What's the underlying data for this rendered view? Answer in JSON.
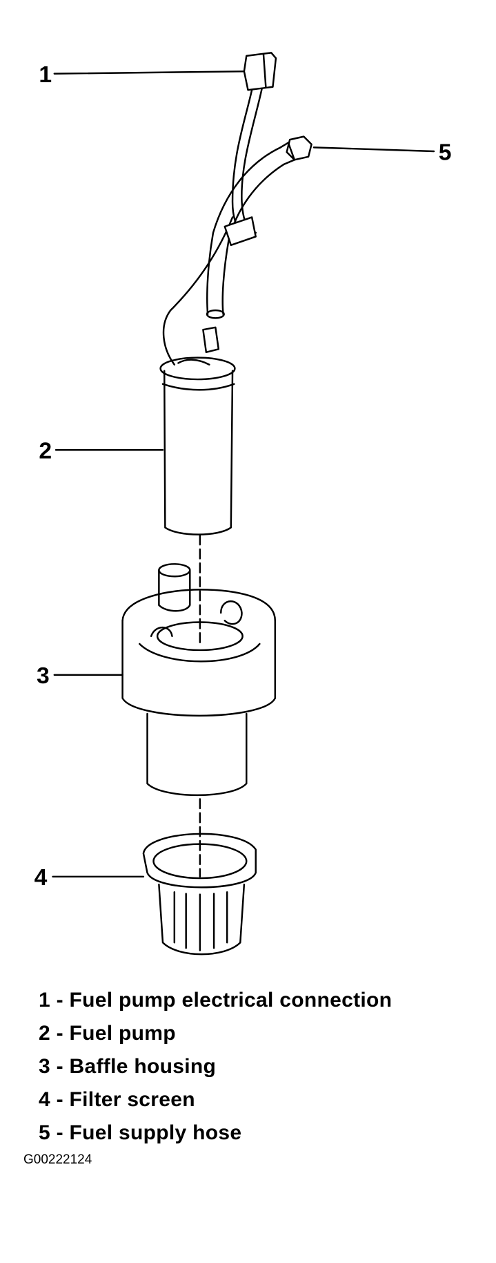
{
  "callouts": [
    "1",
    "2",
    "3",
    "4",
    "5"
  ],
  "legend": [
    "1 - Fuel pump electrical connection",
    "2 - Fuel pump",
    "3 - Baffle housing",
    "4 - Filter screen",
    "5 - Fuel supply hose"
  ],
  "figure_id": "G00222124"
}
